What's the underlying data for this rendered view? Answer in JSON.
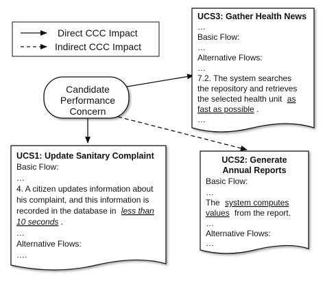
{
  "legend": {
    "direct": "Direct CCC Impact",
    "indirect": "Indirect CCC Impact"
  },
  "concern": {
    "line1": "Candidate",
    "line2": "Performance",
    "line3": "Concern"
  },
  "ucs3": {
    "title": "UCS3: Gather Health News",
    "lines": [
      "…",
      "Basic Flow:",
      "…",
      "Alternative Flows:",
      "…",
      "7.2. The system searches",
      "the repository and retrieves",
      "the selected health unit",
      "fast as possible",
      "…"
    ],
    "underlined_as": "as",
    "period": "."
  },
  "ucs1": {
    "title": "UCS1: Update Sanitary Complaint",
    "lines": [
      "Basic Flow:",
      "…",
      "4. A citizen updates information about",
      "his complaint, and this information is",
      "recorded in the database in",
      "less than",
      "10 seconds",
      ".",
      "…",
      "Alternative Flows:",
      "…."
    ]
  },
  "ucs2": {
    "title_line1": "UCS2: Generate",
    "title_line2": "Annual Reports",
    "lines": [
      "Basic Flow:",
      "…",
      "The",
      "system computes",
      "values",
      "from the report.",
      "…",
      "Alternative Flows:",
      "…"
    ]
  }
}
